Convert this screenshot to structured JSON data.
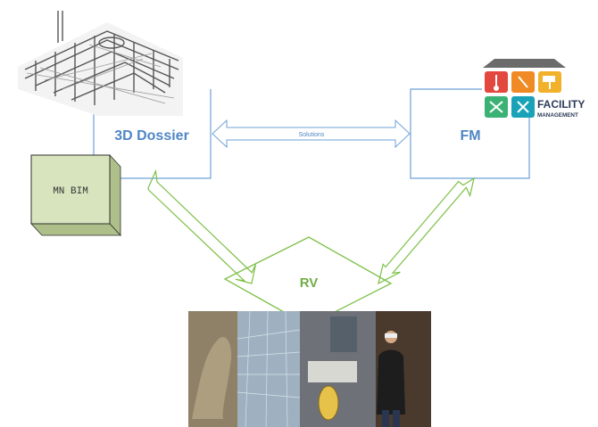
{
  "nodes": {
    "dossier": {
      "label": "3D Dossier"
    },
    "fm": {
      "label": "FM"
    },
    "rv": {
      "label": "RV"
    },
    "mnbim": {
      "label": "MN BIM"
    }
  },
  "connectors": {
    "dossier_fm": {
      "label": "Solutions"
    }
  },
  "facility_logo": {
    "line1": "FACILITY",
    "line2": "MANAGEMENT"
  },
  "colors": {
    "blue_text": "#4f86c6",
    "box_stroke": "#6fa0d8",
    "green_text": "#70ad47",
    "green_stroke": "#7cc047",
    "mnbim_fill": "#d7e4bd",
    "logo_navy": "#2b3a56"
  }
}
